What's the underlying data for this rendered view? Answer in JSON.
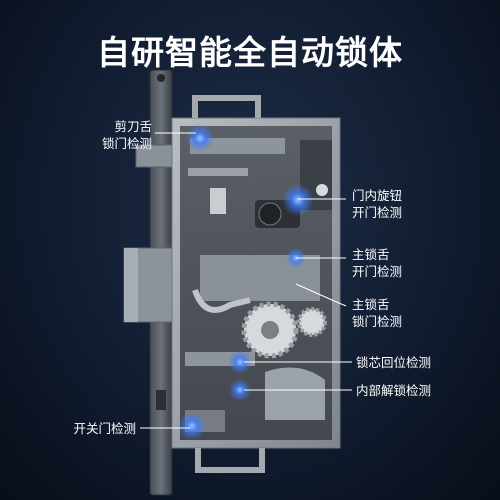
{
  "title": "自研智能全自动锁体",
  "labels": {
    "shear_tongue": [
      "剪刀舌",
      "锁门检测"
    ],
    "inner_knob": [
      "门内旋钮",
      "开门检测"
    ],
    "main_tongue_open": [
      "主锁舌",
      "开门检测"
    ],
    "main_tongue_lock": [
      "主锁舌",
      "锁门检测"
    ],
    "core_reset": "锁芯回位检测",
    "internal_unlock": "内部解锁检测",
    "door_switch": "开关门检测"
  },
  "colors": {
    "background": "#111c30",
    "title": "#ffffff",
    "sensor_glow": "#3d7bff",
    "metal": "#9aa0a8"
  }
}
